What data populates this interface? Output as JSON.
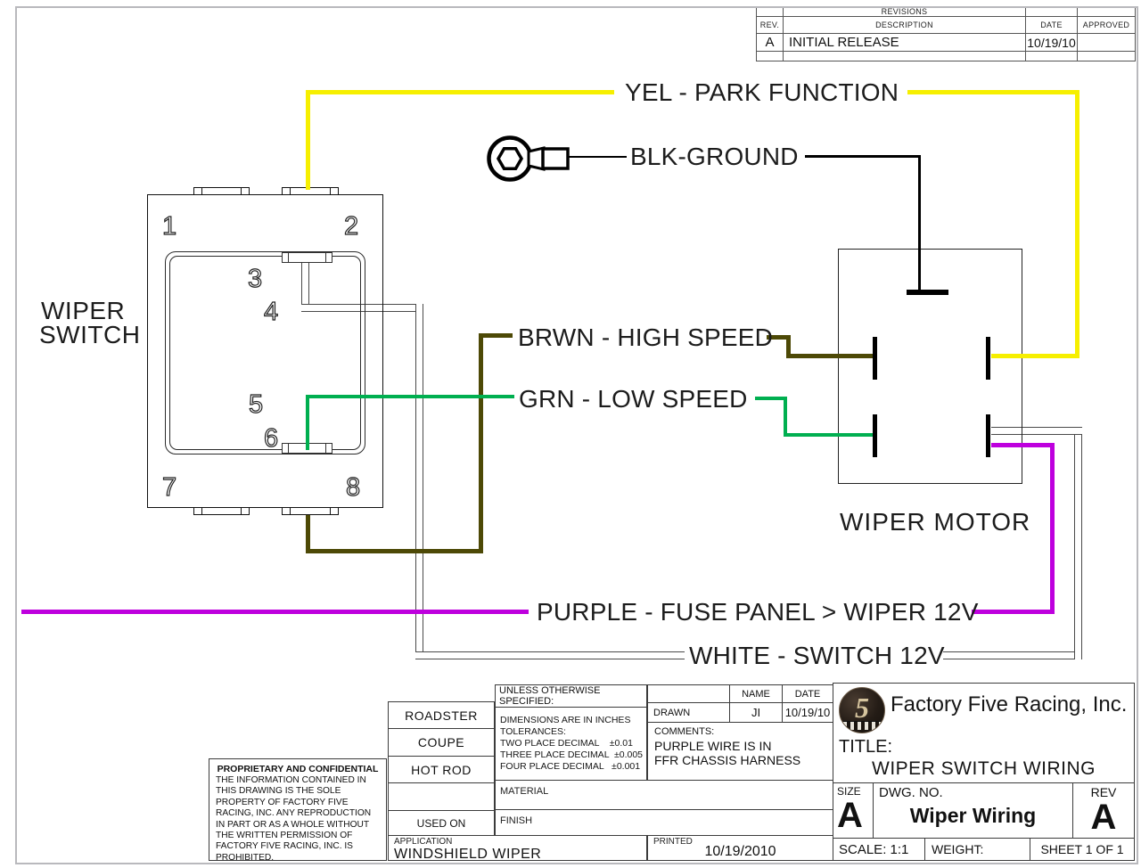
{
  "revisions": {
    "title": "REVISIONS",
    "columns": [
      "REV.",
      "DESCRIPTION",
      "DATE",
      "APPROVED"
    ],
    "rows": [
      [
        "A",
        "INITIAL RELEASE",
        "10/19/10",
        ""
      ]
    ]
  },
  "diagram": {
    "switch": {
      "label_line1": "WIPER",
      "label_line2": "SWITCH",
      "pins": [
        "1",
        "2",
        "3",
        "4",
        "5",
        "6",
        "7",
        "8"
      ]
    },
    "motor": {
      "label": "WIPER MOTOR"
    },
    "wires": {
      "yellow": {
        "label": "YEL - PARK FUNCTION",
        "color": "#f6ef00"
      },
      "black": {
        "label": "BLK-GROUND",
        "color": "#000000"
      },
      "brown": {
        "label": "BRWN - HIGH SPEED",
        "color": "#4d4906"
      },
      "green": {
        "label": "GRN - LOW SPEED",
        "color": "#00af50"
      },
      "purple": {
        "label": "PURPLE - FUSE PANEL > WIPER 12V",
        "color": "#be00de"
      },
      "white": {
        "label": "WHITE - SWITCH 12V",
        "color": "#ffffff"
      }
    }
  },
  "titleblock": {
    "proprietary_title": "PROPRIETARY AND CONFIDENTIAL",
    "proprietary_body": "THE INFORMATION CONTAINED IN THIS DRAWING IS THE SOLE PROPERTY OF FACTORY FIVE RACING, INC.  ANY REPRODUCTION IN PART OR AS A WHOLE WITHOUT THE WRITTEN PERMISSION OF FACTORY FIVE RACING, INC. IS PROHIBITED.",
    "models": [
      "ROADSTER",
      "COUPE",
      "HOT ROD"
    ],
    "used_on": "USED ON",
    "application_label": "APPLICATION",
    "application_value": "WINDSHIELD WIPER",
    "unless": "UNLESS OTHERWISE SPECIFIED:",
    "tolerances": [
      "DIMENSIONS ARE IN INCHES",
      "TOLERANCES:",
      "TWO PLACE DECIMAL    ±0.01",
      "THREE PLACE DECIMAL  ±0.005",
      "FOUR PLACE DECIMAL   ±0.001"
    ],
    "material_label": "MATERIAL",
    "finish_label": "FINISH",
    "printed_label": "PRINTED",
    "printed_value": "10/19/2010",
    "name_header": "NAME",
    "date_header": "DATE",
    "drawn_label": "DRAWN",
    "drawn_name": "JI",
    "drawn_date": "10/19/10",
    "comments_label": "COMMENTS:",
    "comments_lines": [
      "PURPLE WIRE IS IN",
      "FFR CHASSIS HARNESS"
    ],
    "company": "Factory Five Racing, Inc.",
    "logo_glyph": "5",
    "title_label": "TITLE:",
    "title_value": "WIPER SWITCH WIRING",
    "size_label": "SIZE",
    "size_value": "A",
    "dwg_label": "DWG.  NO.",
    "dwg_value": "Wiper Wiring",
    "rev_label": "REV",
    "rev_value": "A",
    "scale_label": "SCALE: 1:1",
    "weight_label": "WEIGHT:",
    "sheet_label": "SHEET 1 OF 1"
  }
}
